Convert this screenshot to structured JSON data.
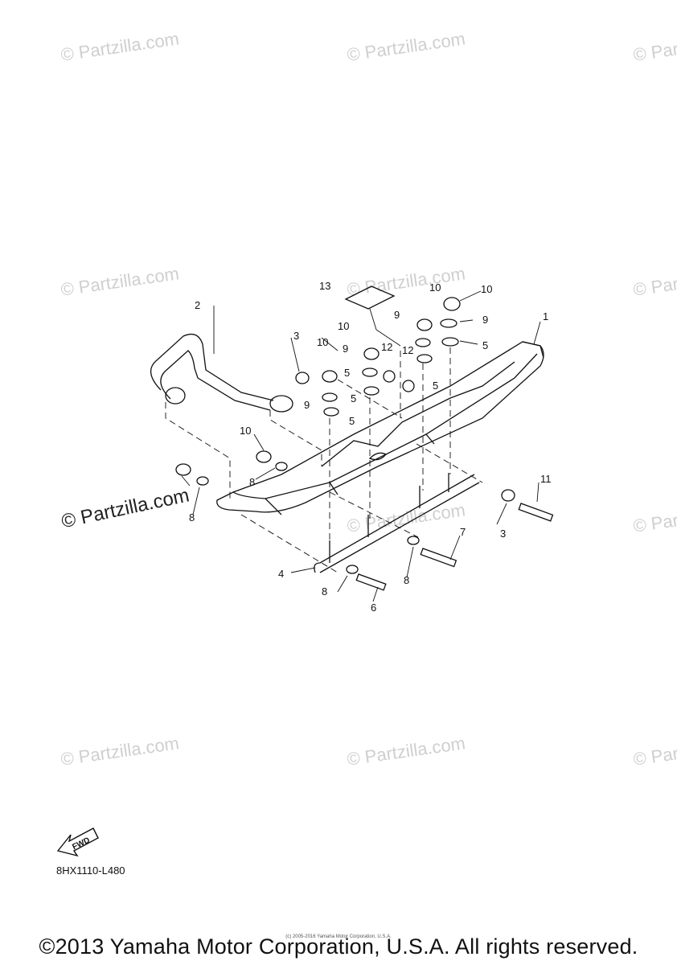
{
  "watermark": "© Partzilla.com",
  "callouts": {
    "n1": "1",
    "n2": "2",
    "n3": "3",
    "n4": "4",
    "n5": "5",
    "n6": "6",
    "n7": "7",
    "n8": "8",
    "n9": "9",
    "n10": "10",
    "n11": "11",
    "n12": "12",
    "n13": "13"
  },
  "fwd_label": "FWD",
  "diagram_code": "8HX1110-L480",
  "small_notice": "(c) 2005-2016 Yamaha Motor Corporation, U.S.A.",
  "copyright": "©2013 Yamaha Motor Corporation, U.S.A. All rights reserved."
}
